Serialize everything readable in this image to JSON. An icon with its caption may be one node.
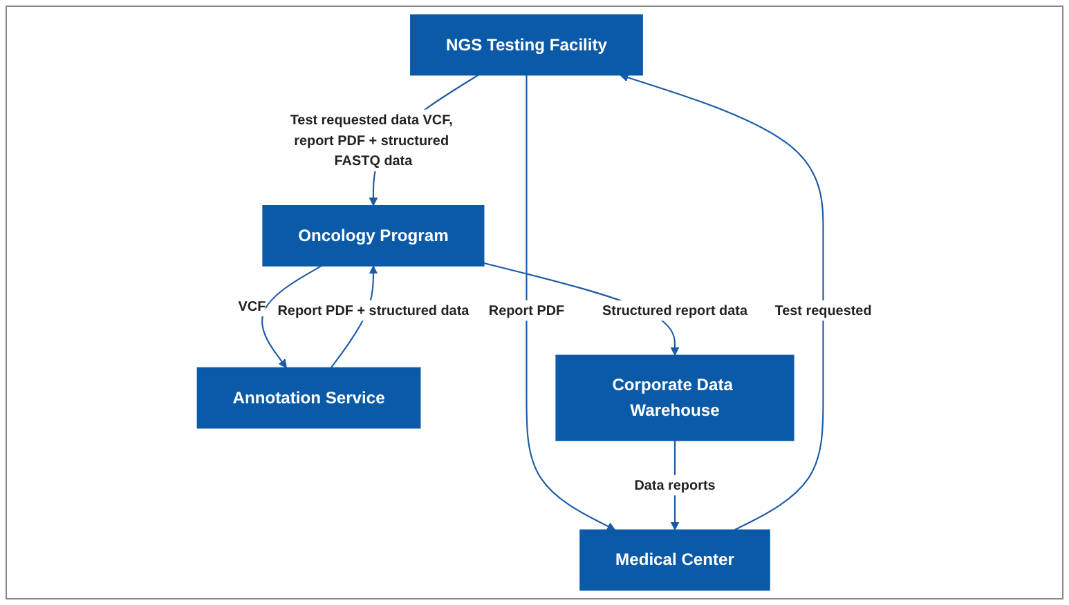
{
  "diagram": {
    "nodes": [
      {
        "text": [
          "NGS Testing Facility"
        ]
      },
      {
        "text": [
          "Medical Center"
        ]
      },
      {
        "text": [
          "Annotation Service"
        ]
      },
      {
        "text": [
          "Oncology Program"
        ]
      },
      {
        "text": [
          "Corporate Data Warehouse"
        ]
      }
    ],
    "edges": [
      {
        "from": 0,
        "to": 1,
        "arrow": "to",
        "label": "Report PDF"
      },
      {
        "from": 1,
        "to": 0,
        "arrow": "to",
        "label": "Test requested"
      },
      {
        "from": 0,
        "to": 3,
        "arrow": "to",
        "label": "Test requested data VCF, report PDF + structured FASTQ data"
      },
      {
        "from": 3,
        "to": 2,
        "arrow": "to",
        "label": "VCF"
      },
      {
        "from": 2,
        "to": 3,
        "arrow": "to",
        "label": "Report PDF + structured data"
      },
      {
        "from": 3,
        "to": 4,
        "arrow": "to",
        "label": "Structured report data"
      },
      {
        "from": 4,
        "to": 1,
        "arrow": "to",
        "label": "Data reports"
      }
    ]
  }
}
